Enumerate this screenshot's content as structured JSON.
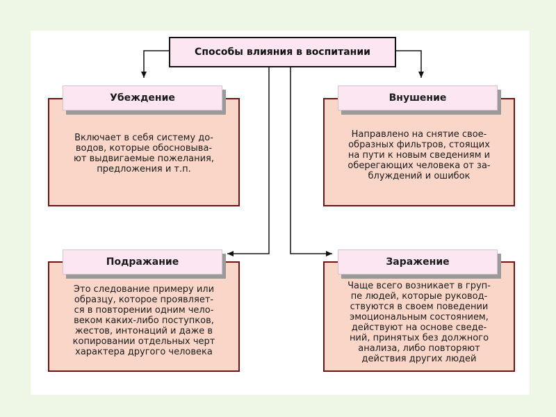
{
  "title": "Способы влияния в воспитании",
  "nodes": [
    {
      "label": "Убеждение",
      "text": "Включает в себя систему до-\nводов, которые обосновыва-\nют выдвигаемые пожелания,\nпредложения и т.п."
    },
    {
      "label": "Внушение",
      "text": "Направлено на снятие свое-\nобразных фильтров, стоящих\nна пути к новым сведениям и\nоберегающих человека от за-\nблуждений и ошибок"
    },
    {
      "label": "Подражание",
      "text": "Это следование примеру или\nобразцу, которое проявляет-\nся в повторении одним чело-\nвеком каких-либо поступков,\nжестов, интонаций и даже в\nкопировании отдельных черт\nхарактера другого человека"
    },
    {
      "label": "Заражение",
      "text": "Чаще всего возникает в груп-\nпе людей, которые руковод-\nствуются в своем поведении\nэмоциональным состоянием,\nдействуют на основе сведе-\nний, принятых без должного\nанализа, либо повторяют\nдействия других людей"
    }
  ]
}
